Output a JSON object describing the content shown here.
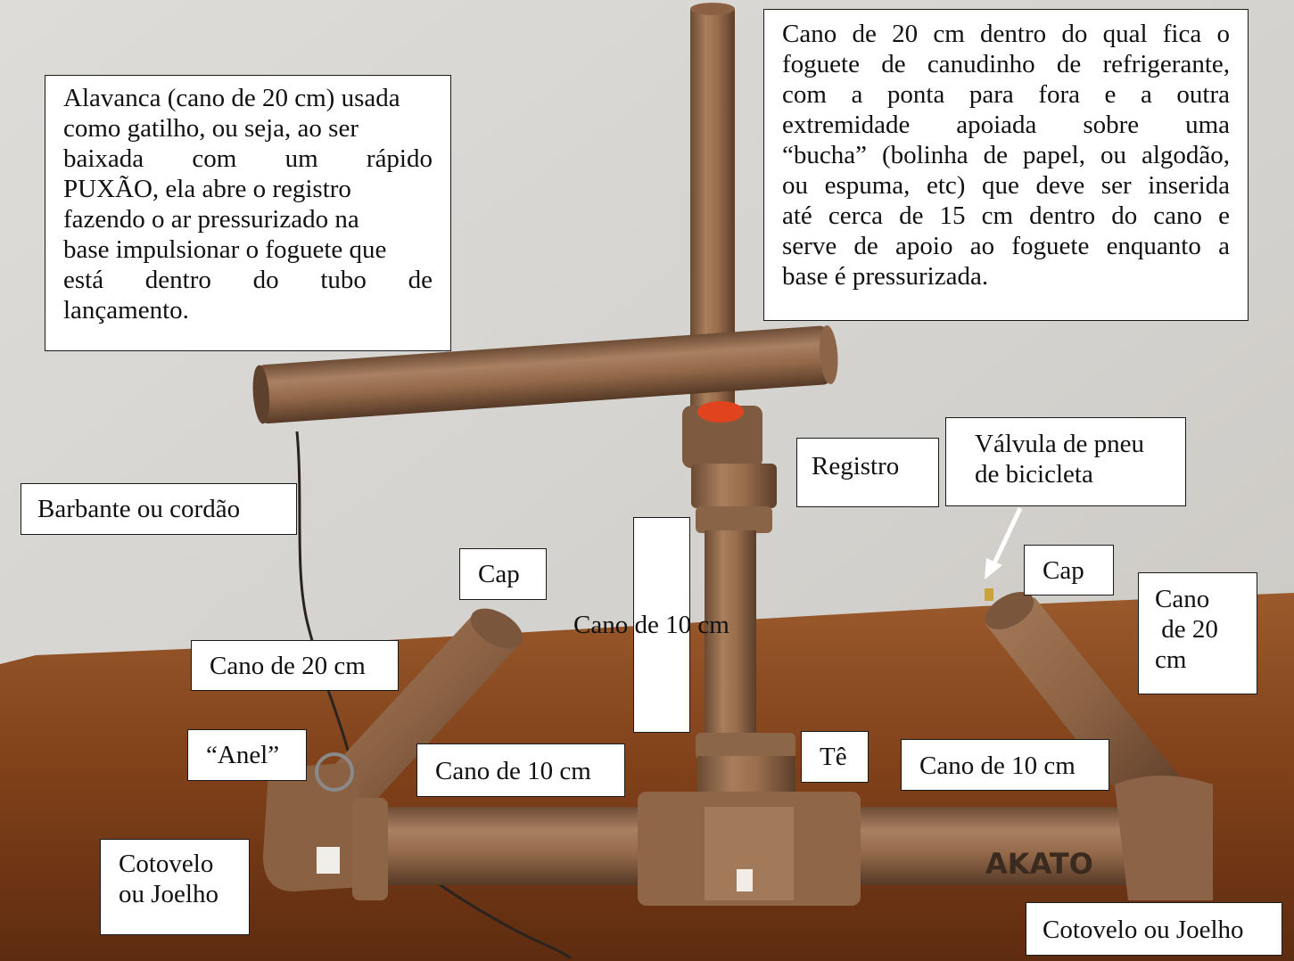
{
  "labels": {
    "alavanca": [
      "Alavanca (cano de 20 cm) usada",
      "como gatilho, ou seja, ao ser",
      "baixada com um rápido",
      "PUXÃO, ela abre o registro",
      "fazendo o ar pressurizado na",
      "base impulsionar o foguete que",
      "está dentro do tubo de",
      "lançamento."
    ],
    "cano_foguete": [
      "Cano de 20 cm dentro do qual fica o",
      "foguete de canudinho de refrigerante,",
      "com a ponta para fora e a outra",
      "extremidade apoiada sobre uma",
      "“bucha” (bolinha de papel, ou algodão,",
      "ou espuma, etc) que deve ser inserida",
      "até cerca de 15 cm dentro do cano e",
      "serve de apoio ao foguete enquanto a",
      "base é pressurizada."
    ],
    "registro": "Registro",
    "valvula": [
      "Válvula de pneu",
      "de bicicleta"
    ],
    "barbante": "Barbante ou cordão",
    "cap_left": "Cap",
    "cap_right": "Cap",
    "cano_10_vertical": "Cano de 10 cm",
    "cano_20_left": "Cano de 20 cm",
    "cano_20_right": [
      "Cano",
      " de 20",
      "cm"
    ],
    "anel": "“Anel”",
    "cano_10_left": "Cano de 10 cm",
    "te": "Tê",
    "cano_10_right": "Cano de 10 cm",
    "cotovelo_left": [
      "Cotovelo",
      "ou Joelho"
    ],
    "cotovelo_right": "Cotovelo ou Joelho"
  },
  "photo": {
    "brand_text": "AKATO",
    "colors": {
      "wall": "#d7d5d1",
      "table": "#8a4a22",
      "pipe": "#9a6e4c",
      "valve": "#e0431e"
    }
  }
}
